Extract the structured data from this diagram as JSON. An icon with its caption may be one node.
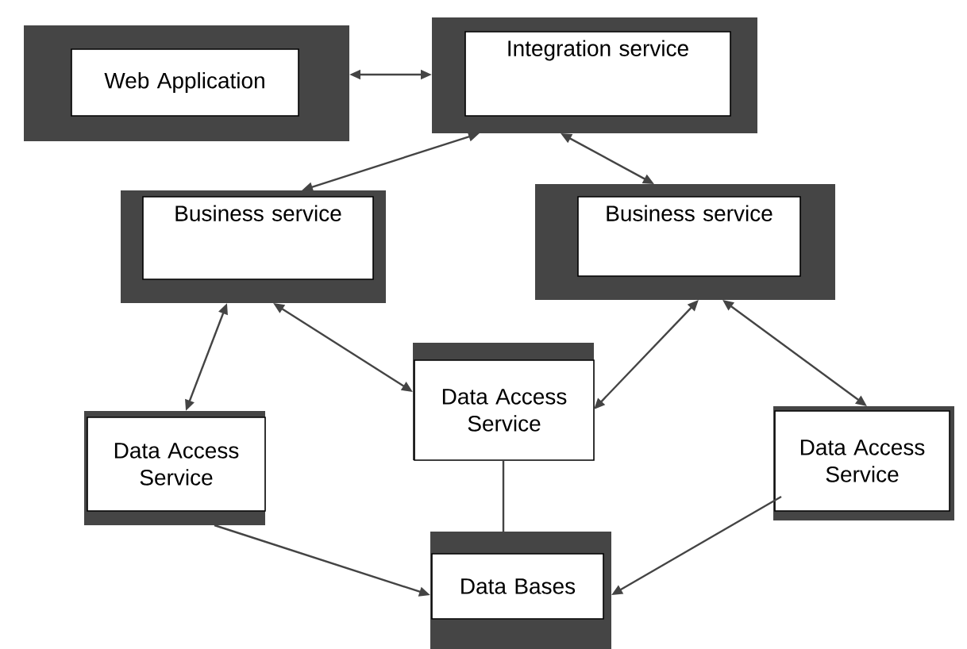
{
  "diagram": {
    "nodes": [
      {
        "text": [
          "Web Application"
        ]
      },
      {
        "text": [
          "Integration service"
        ]
      },
      {
        "text": [
          "Business service"
        ]
      },
      {
        "text": [
          "Business service"
        ]
      },
      {
        "text": [
          "Data Access Service"
        ]
      },
      {
        "text": [
          "Data Access Service"
        ]
      },
      {
        "text": [
          "Data Access Service"
        ]
      },
      {
        "text": [
          "Data Bases"
        ]
      }
    ],
    "edges": [
      {
        "from": 0,
        "to": 1,
        "arrow": "both"
      },
      {
        "from": 1,
        "to": 2,
        "arrow": "both"
      },
      {
        "from": 1,
        "to": 3,
        "arrow": "both"
      },
      {
        "from": 2,
        "to": 5,
        "arrow": "both"
      },
      {
        "from": 2,
        "to": 4,
        "arrow": "both"
      },
      {
        "from": 3,
        "to": 4,
        "arrow": "both"
      },
      {
        "from": 3,
        "to": 6,
        "arrow": "both"
      },
      {
        "from": 4,
        "to": 7,
        "arrow": "none"
      },
      {
        "from": 5,
        "to": 7,
        "arrow": "to"
      },
      {
        "from": 6,
        "to": 7,
        "arrow": "to"
      }
    ]
  }
}
